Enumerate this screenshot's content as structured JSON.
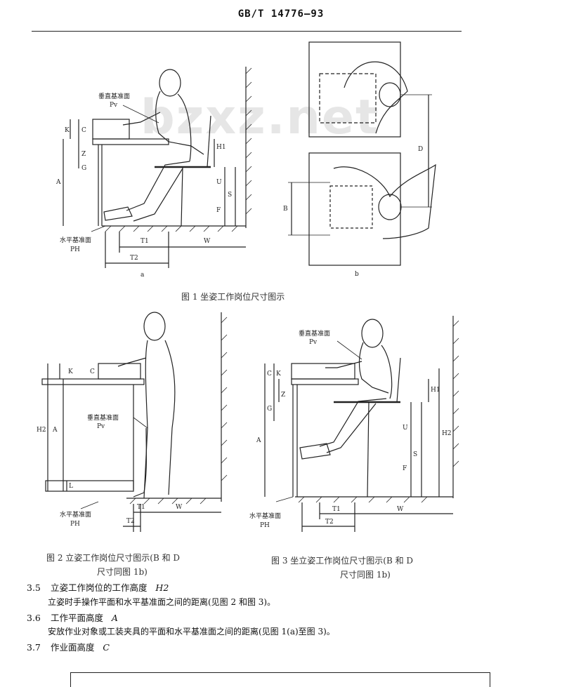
{
  "header": {
    "standard_code": "GB/T 14776—93"
  },
  "watermark": "bzxz.net",
  "fig1": {
    "left_panel": {
      "label_vertical_plane": "垂直基准面",
      "label_vertical_sym": "Pv",
      "label_horizontal_plane": "水平基准面",
      "label_horizontal_sym": "PH",
      "dims": [
        "K",
        "C",
        "Z",
        "G",
        "A",
        "H1",
        "U",
        "S",
        "F",
        "T1",
        "T2",
        "W"
      ],
      "sublabel": "a"
    },
    "right_panel": {
      "dims": [
        "D",
        "B"
      ],
      "sublabel": "b"
    },
    "caption": "图 1 坐姿工作岗位尺寸图示"
  },
  "fig2": {
    "label_vertical_plane": "垂直基准面",
    "label_vertical_sym": "Pv",
    "label_horizontal_plane": "水平基准面",
    "label_horizontal_sym": "PH",
    "dims": [
      "K",
      "C",
      "H2",
      "A",
      "L",
      "T1",
      "T2",
      "W"
    ],
    "caption_line1": "图 2 立姿工作岗位尺寸图示(B 和 D",
    "caption_line2": "尺寸同图 1b)"
  },
  "fig3": {
    "label_vertical_plane": "垂直基准面",
    "label_vertical_sym": "Pv",
    "label_horizontal_plane": "水平基准面",
    "label_horizontal_sym": "PH",
    "dims": [
      "C",
      "K",
      "Z",
      "G",
      "A",
      "H1",
      "U",
      "S",
      "F",
      "H2",
      "T1",
      "T2",
      "W"
    ],
    "caption_line1": "图 3 坐立姿工作岗位尺寸图示(B 和 D",
    "caption_line2": "尺寸同图 1b)"
  },
  "sections": [
    {
      "num": "3.5",
      "title": "立姿工作岗位的工作高度",
      "symbol": "H2",
      "body": "立姿时手操作平面和水平基准面之间的距离(见图 2 和图 3)。"
    },
    {
      "num": "3.6",
      "title": "工作平面高度",
      "symbol": "A",
      "body": "安放作业对象或工装夹具的平面和水平基准面之间的距离(见图 1(a)至图 3)。"
    },
    {
      "num": "3.7",
      "title": "作业面高度",
      "symbol": "C",
      "body": ""
    }
  ]
}
